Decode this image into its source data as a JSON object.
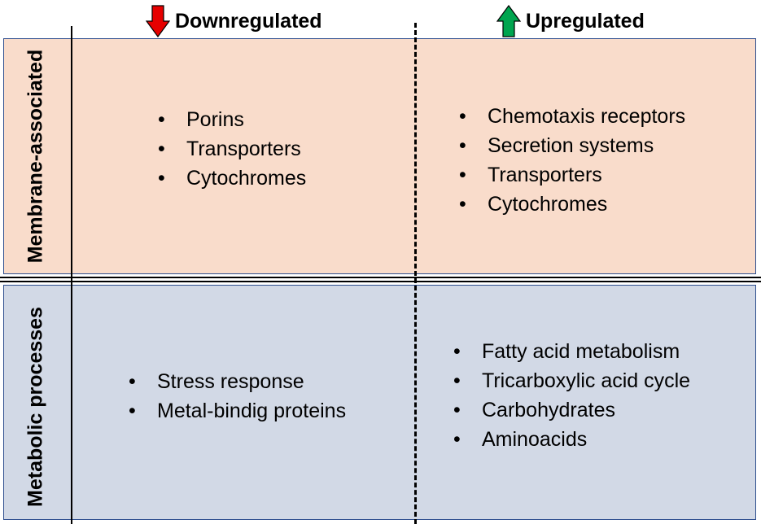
{
  "colors": {
    "membrane_band": "#f9dccb",
    "metabolic_band": "#d2d9e6",
    "band_border": "#2f4f8f",
    "down_arrow": "#e60000",
    "up_arrow": "#00a54f"
  },
  "headers": {
    "down": {
      "label": "Downregulated",
      "icon": "arrow-down-icon"
    },
    "up": {
      "label": "Upregulated",
      "icon": "arrow-up-icon"
    }
  },
  "rows": {
    "membrane": {
      "label": "Membrane-associated",
      "down": [
        "Porins",
        "Transporters",
        "Cytochromes"
      ],
      "up": [
        "Chemotaxis receptors",
        "Secretion systems",
        "Transporters",
        "Cytochromes"
      ]
    },
    "metabolic": {
      "label": "Metabolic processes",
      "down": [
        "Stress response",
        "Metal-bindig proteins"
      ],
      "up": [
        "Fatty acid metabolism",
        "Tricarboxylic acid cycle",
        "Carbohydrates",
        "Aminoacids"
      ]
    }
  }
}
